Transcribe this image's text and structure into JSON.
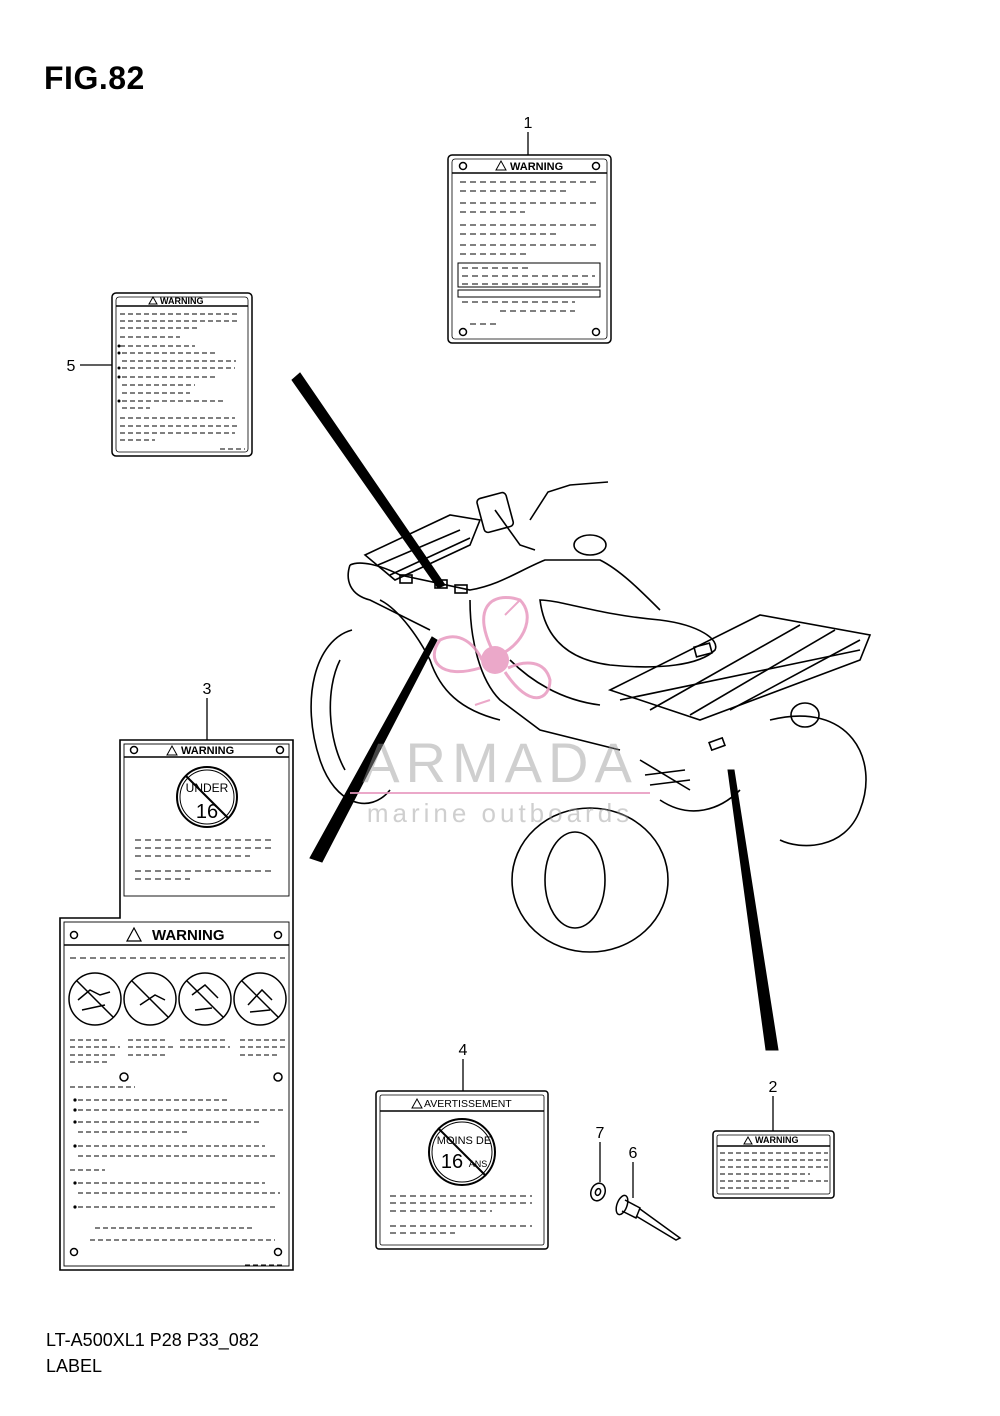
{
  "figure": {
    "title": "FIG.82",
    "model_code": "LT-A500XL1 P28 P33_082",
    "part_name": "LABEL"
  },
  "callouts": [
    "1",
    "2",
    "3",
    "4",
    "5",
    "6",
    "7"
  ],
  "labels": {
    "label_1_heading": "WARNING",
    "label_2_heading": "WARNING",
    "label_3_heading": "WARNING",
    "label_3_lower_heading": "WARNING",
    "label_3_badge_line1": "UNDER",
    "label_3_badge_line2": "16",
    "label_4_heading": "AVERTISSEMENT",
    "label_4_badge_line1": "MOINS DE",
    "label_4_badge_line2": "16",
    "label_4_badge_suffix": "ANS",
    "label_5_heading": "WARNING"
  },
  "watermark": {
    "brand": "ARMADA",
    "tagline": "marine outboards",
    "color": "#e89ac0"
  }
}
